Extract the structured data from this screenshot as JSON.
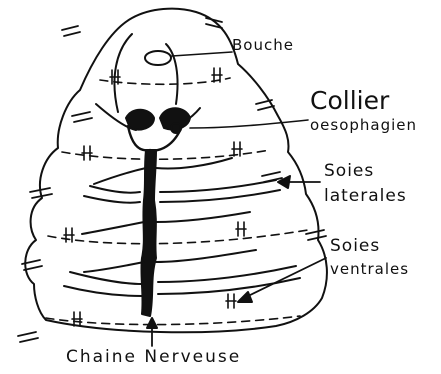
{
  "labels": {
    "bouche": "Bouche",
    "collier_line1": "Collier",
    "collier_line2": "oesophagien",
    "soies_laterales_line1": "Soies",
    "soies_laterales_line2": "laterales",
    "soies_ventrales_line1": "Soies",
    "soies_ventrales_line2": "ventrales",
    "chaine_nerveuse": "Chaine Nerveuse"
  },
  "colors": {
    "ink": "#111111",
    "background": "#ffffff"
  }
}
